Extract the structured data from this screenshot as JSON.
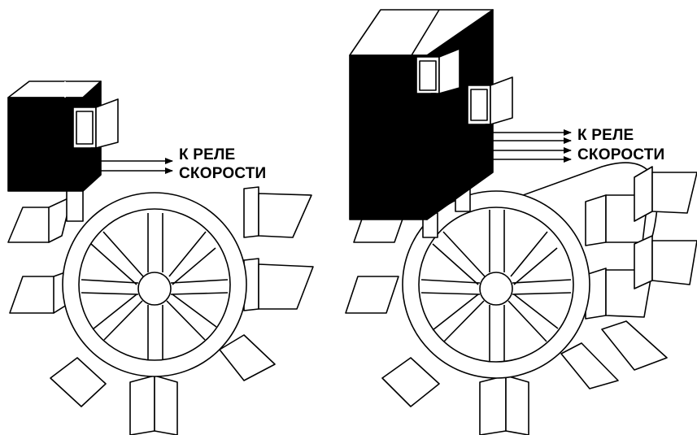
{
  "diagrams": [
    {
      "label_line1": "К РЕЛЕ",
      "label_line2": "СКОРОСТИ",
      "signal_lines": 2,
      "sensors": 1
    },
    {
      "label_line1": "К РЕЛЕ",
      "label_line2": "СКОРОСТИ",
      "signal_lines": 4,
      "sensors": 2
    }
  ],
  "colors": {
    "ink": "#000000",
    "paper": "#ffffff"
  }
}
